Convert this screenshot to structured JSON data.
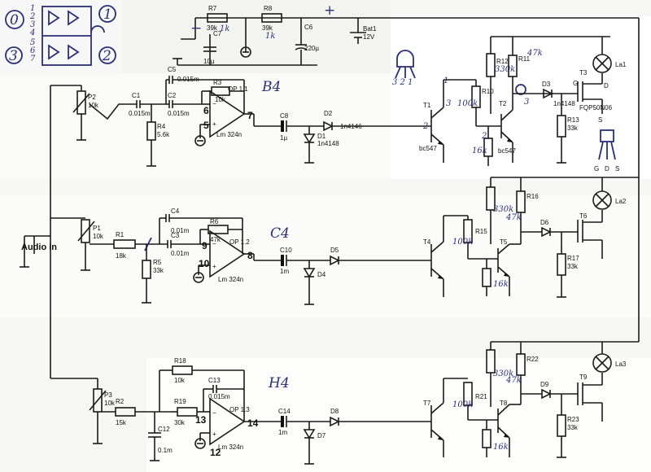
{
  "corner_note": {
    "circled": [
      "0",
      "1",
      "3",
      "2"
    ],
    "pin_numbers": [
      "1",
      "2",
      "3",
      "4",
      "5",
      "6",
      "7"
    ]
  },
  "power": {
    "r7": "R7",
    "r7_val": "39k",
    "r7_hand": "1k",
    "r8": "R8",
    "r8_val": "39k",
    "r8_hand": "1k",
    "c7": "C7",
    "c7_val": "10µ",
    "c6": "C6",
    "c6_val": "220µ",
    "bat": "Bat1",
    "bat_val": "12V",
    "plus": "+",
    "minus": "−"
  },
  "audio_in": "Audio in",
  "ch1": {
    "p": "P2",
    "p_val": "10k",
    "c1": "C1",
    "c1_val": "0.015m",
    "c2": "C2",
    "c2_val": "0.015m",
    "c5": "C5",
    "c5_val": "0.015m",
    "r3": "R3",
    "r3_val": "10k",
    "r4": "R4",
    "r4_val": "5.6k",
    "op": "OP 1.1",
    "op_type": "Lm 324n",
    "pin_minus": "6",
    "pin_plus": "5",
    "pin_out": "7",
    "c8": "C8",
    "c8_val": "1µ",
    "d2": "D2",
    "d2_val": "1n4146",
    "d1": "D1",
    "d1_val": "1n4148",
    "t1": "T1",
    "t1_type": "bc547",
    "t2": "T2",
    "t2_type": "bc547",
    "r10": "R10",
    "r10_hand": "100k",
    "r11": "R11",
    "r11_hand": "47k",
    "r12": "R12",
    "r12_hand": "330k",
    "r13": "R13",
    "r13_val": "33k",
    "r_hand_16k": "16k",
    "d3": "D3",
    "d3_val": "1n4148",
    "t3": "T3",
    "t3_type": "FQP50N06",
    "la": "La1",
    "hand_tag": "B4",
    "pins_321": "3 2 1",
    "pin_1": "1",
    "pin_2": "2",
    "pin_3": "3",
    "gds_g": "G",
    "gds_d": "D",
    "gds_s": "S"
  },
  "ch2": {
    "p": "P1",
    "p_val": "10k",
    "r1": "R1",
    "r1_val": "18k",
    "c3": "C3",
    "c3_val": "0.01m",
    "c4": "C4",
    "c4_val": "0.01m",
    "r5": "R5",
    "r5_val": "33k",
    "r6": "R6",
    "r6_val": "47k",
    "op": "OP 1.2",
    "op_type": "Lm 324n",
    "pin_minus": "9",
    "pin_plus": "10",
    "pin_out": "8",
    "c10": "C10",
    "c10_val": "1m",
    "d5": "D5",
    "d4": "D4",
    "t4": "T4",
    "t5": "T5",
    "t6": "T6",
    "r15": "R15",
    "r15_hand": "100k",
    "r16": "R16",
    "r16_hand": "47k",
    "r_hand_330": "330k",
    "r_hand_16k": "16k",
    "r17": "R17",
    "r17_val": "33k",
    "d6": "D6",
    "la": "La2",
    "hand_tag": "C4"
  },
  "ch3": {
    "p": "P3",
    "p_val": "10k",
    "r2": "R2",
    "r2_val": "15k",
    "c12": "C12",
    "c12_val": "0.1m",
    "r18": "R18",
    "r18_val": "10k",
    "r19": "R19",
    "r19_val": "30k",
    "c13": "C13",
    "c13_val": "0.015m",
    "op": "OP 1.3",
    "op_type": "Lm 324n",
    "pin_minus": "13",
    "pin_plus": "12",
    "pin_out": "14",
    "c14": "C14",
    "c14_val": "1m",
    "d8": "D8",
    "d7": "D7",
    "t7": "T7",
    "t8": "T8",
    "t9": "T9",
    "r21": "R21",
    "r21_hand": "100k",
    "r22": "R22",
    "r22_hand": "47k",
    "r_hand_330": "330k",
    "r_hand_16k": "16k",
    "r23": "R23",
    "r23_val": "33k",
    "d9": "D9",
    "la": "La3",
    "hand_tag": "H4"
  }
}
